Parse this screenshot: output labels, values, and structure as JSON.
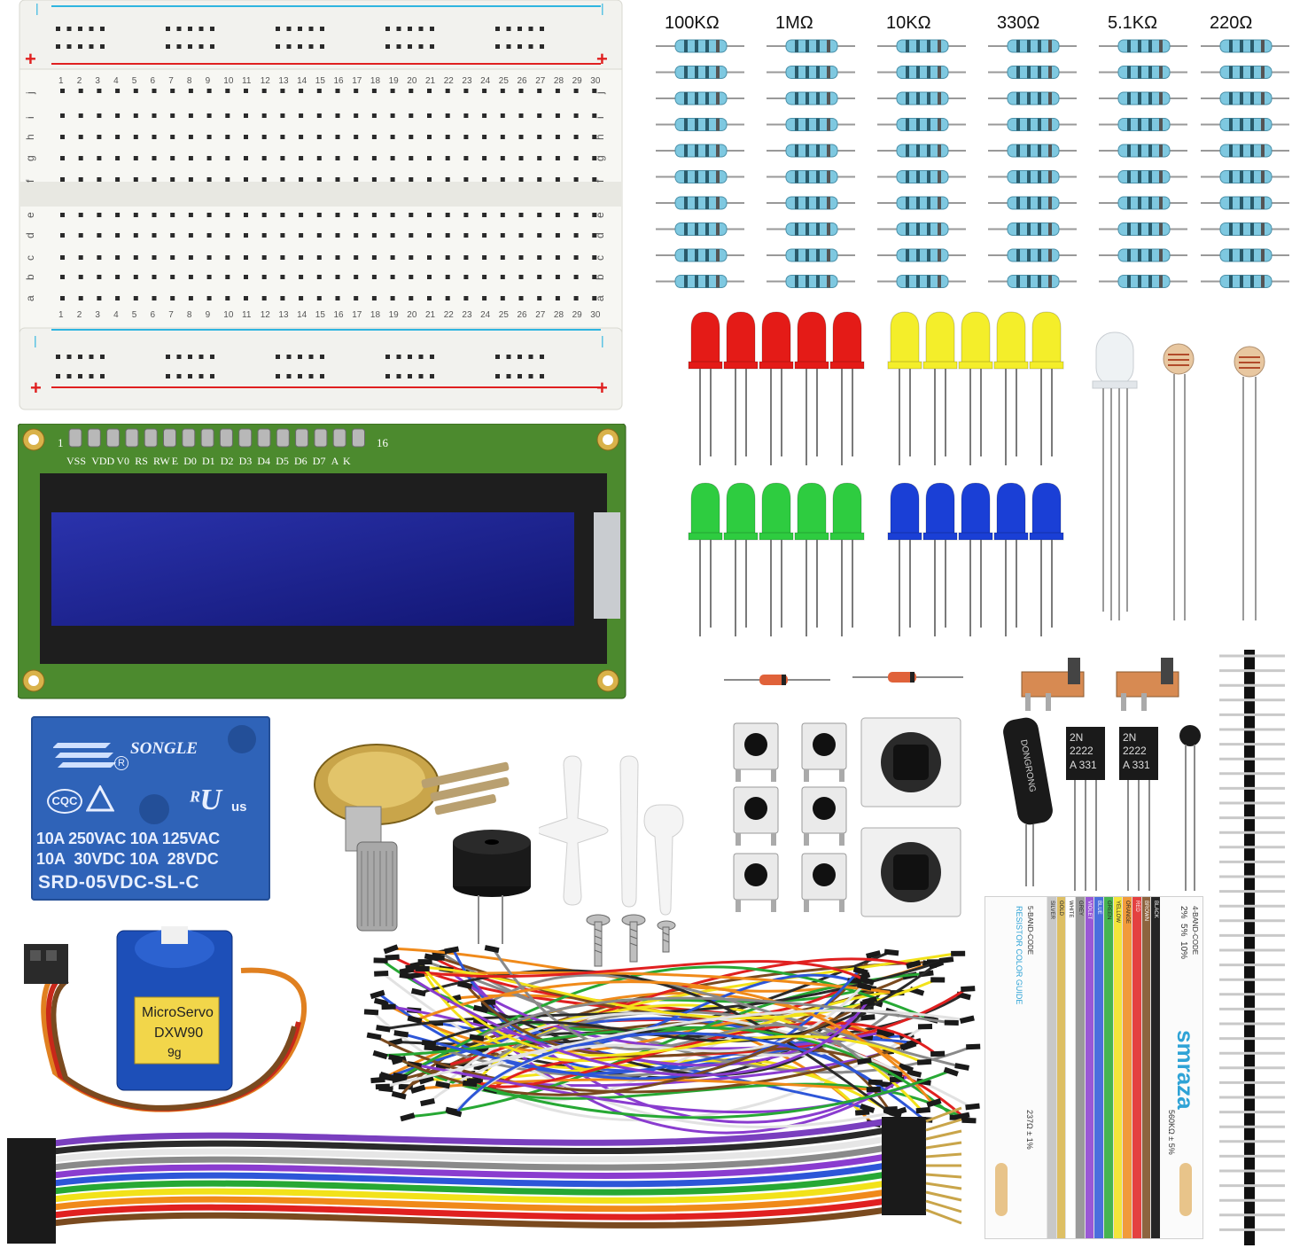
{
  "breadboard": {
    "plus": "+",
    "minus": "|",
    "rows_top": [
      "j",
      "i",
      "h",
      "g",
      "f"
    ],
    "rows_bottom": [
      "e",
      "d",
      "c",
      "b",
      "a"
    ],
    "column_count": 30
  },
  "resistors": {
    "labels": [
      "100KΩ",
      "1MΩ",
      "10KΩ",
      "330Ω",
      "5.1KΩ",
      "220Ω"
    ],
    "per_group": 10,
    "body_color": "#7ec8e0"
  },
  "leds": {
    "colors": [
      "#e41b17",
      "#f4ee2a",
      "#2ecc40",
      "#1a3fd6"
    ],
    "per_group": 5
  },
  "lcd": {
    "pin_start": "1",
    "pin_end": "16",
    "pins": [
      "VSS",
      "VDD",
      "V0",
      "RS",
      "RW",
      "E",
      "D0",
      "D1",
      "D2",
      "D3",
      "D4",
      "D5",
      "D6",
      "D7",
      "A",
      "K"
    ],
    "screen_color": "#1a1f8f",
    "pcb_color": "#4c8a2e"
  },
  "relay": {
    "brand": "SONGLE",
    "line1": "10A 250VAC 10A 125VAC",
    "line2": "10A  30VDC 10A  28VDC",
    "model": "SRD-05VDC-SL-C",
    "cert1": "CQC",
    "cert2": "us",
    "cert3": "R",
    "color": "#2f63b8"
  },
  "servo": {
    "label1": "MicroServo",
    "label2": "DXW90",
    "label3": "9g"
  },
  "transistors": {
    "line1": "2N",
    "line2": "2222",
    "line3": "A 331"
  },
  "tilt_switch": {
    "text": "DONGRONG"
  },
  "color_guide": {
    "brand": "smraza",
    "title4": "4-BAND-CODE",
    "title5": "5-BAND-CODE",
    "subtitle": "RESISTOR COLOR GUIDE",
    "tol4": "2%  5%  10%",
    "example4": "560KΩ ± 5%",
    "example5": "237Ω ± 1%",
    "colors": [
      "#000000",
      "#7a4a1f",
      "#e02020",
      "#f08a1a",
      "#f2e21a",
      "#27a834",
      "#2d56d8",
      "#8a3ccf",
      "#8a8a8a",
      "#ffffff",
      "#d8b54a",
      "#c0c0c0"
    ],
    "names": [
      "BLACK",
      "BROWN",
      "RED",
      "ORANGE",
      "YELLOW",
      "GREEN",
      "BLUE",
      "VIOLET",
      "GREY",
      "WHITE",
      "GOLD",
      "SILVER"
    ]
  },
  "jumper_colors": [
    "#2a2a2a",
    "#7a4a1f",
    "#e02020",
    "#f08a1a",
    "#f2e21a",
    "#27a834",
    "#2d56d8",
    "#8a3ccf",
    "#8a8a8a",
    "#ffffff"
  ],
  "ribbon_colors": [
    "#7a3fbf",
    "#2a2a2a",
    "#ffffff",
    "#8a8a8a",
    "#8a3ccf",
    "#2d56d8",
    "#27a834",
    "#f2e21a",
    "#f08a1a",
    "#e02020",
    "#7a4a1f"
  ]
}
